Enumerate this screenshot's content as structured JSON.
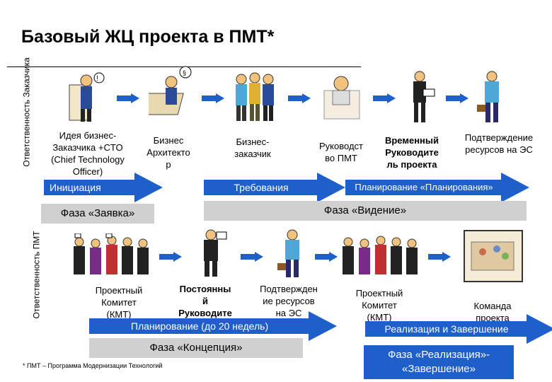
{
  "title": "Базовый ЖЦ проекта в ПМТ*",
  "side_labels": {
    "customer": "Ответственность Заказчика",
    "pmt": "Ответственность ПМТ"
  },
  "top_row": {
    "roles": [
      {
        "text": "Идея бизнес-\nЗаказчика +CTO\n(Chief Technology\nOfficer)"
      },
      {
        "text": "Бизнес\nАрхитекто\nр"
      },
      {
        "text": "Бизнес-\nзаказчик"
      },
      {
        "text": "Руководст\nво ПМТ"
      },
      {
        "text": "Временный\nРуководите\nль проекта"
      },
      {
        "text": "Подтверждение\nресурсов на ЭС"
      }
    ],
    "arrows": [
      {
        "label": "Инициация"
      },
      {
        "label": "Требования"
      },
      {
        "label": "Планирование «Планирования»"
      }
    ],
    "phases": [
      {
        "label": "Фаза «Заявка»"
      },
      {
        "label": "Фаза «Видение»"
      }
    ]
  },
  "bottom_row": {
    "roles": [
      {
        "text": "Проектный\nКомитет\n(КМТ)"
      },
      {
        "text": "Постоянны\nй\nРуководите"
      },
      {
        "text": "Подтвержден\nие ресурсов\nна ЭС"
      },
      {
        "text": "Проектный\nКомитет\n(КМТ)"
      },
      {
        "text": "Команда\nпроекта"
      }
    ],
    "arrows": [
      {
        "label": "Планирование (до 20 недель)"
      },
      {
        "label": "Реализация и Завершение"
      }
    ],
    "phases": [
      {
        "label": "Фаза «Концепция»"
      },
      {
        "label": "Фаза «Реализация»-\n«Завершение»"
      }
    ]
  },
  "footnote": "* ПМТ – Программа Модернизации Технологий",
  "colors": {
    "accent": "#1f5fc9",
    "phase_gray": "#d0d0d0"
  }
}
